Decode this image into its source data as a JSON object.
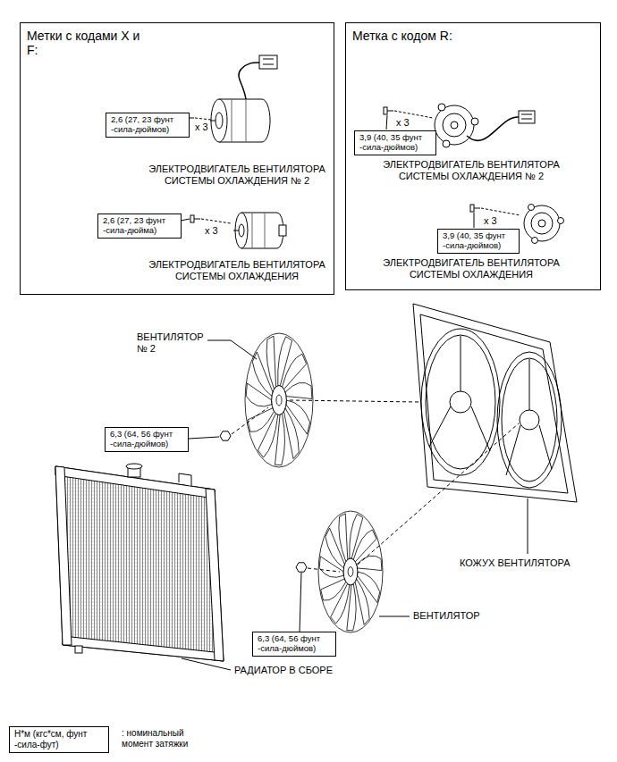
{
  "diagram": {
    "nodes": [
      {
        "text": [
          "Метки с кодами X и F:"
        ]
      },
      {
        "text": [
          "2,6 (27, 23 фунт -сила-дюймов)"
        ],
        "in": 0
      },
      {
        "text": [
          "2,6 (27, 23 фунт -сила-дюйма)"
        ],
        "in": 0
      },
      {
        "text": [
          "Метка с кодом R:"
        ]
      },
      {
        "text": [
          "3,9 (40, 35 фунт -сила-дюймов)"
        ],
        "in": 3
      },
      {
        "text": [
          "3,9 (40, 35 фунт -сила-дюймов)"
        ],
        "in": 3
      },
      {
        "text": [
          "6,3 (64, 56 фунт -сила-дюймов)"
        ]
      },
      {
        "text": [
          "6,3 (64, 56 фунт -сила-дюймов)"
        ]
      },
      {
        "text": [
          "Н*м (кгс*см, фунт -сила-фут)"
        ]
      }
    ],
    "labels": [
      "x 3",
      "ЭЛЕКТРОДВИГАТЕЛЬ ВЕНТИЛЯТОРА СИСТЕМЫ ОХЛАЖДЕНИЯ № 2",
      "x 3",
      "ЭЛЕКТРОДВИГАТЕЛЬ ВЕНТИЛЯТОРА СИСТЕМЫ ОХЛАЖДЕНИЯ",
      "x 3",
      "ЭЛЕКТРОДВИГАТЕЛЬ ВЕНТИЛЯТОРА СИСТЕМЫ ОХЛАЖДЕНИЯ № 2",
      "x 3",
      "ЭЛЕКТРОДВИГАТЕЛЬ ВЕНТИЛЯТОРА СИСТЕМЫ ОХЛАЖДЕНИЯ",
      "ВЕНТИЛЯТОР № 2",
      "КОЖУХ ВЕНТИЛЯТОРА",
      "ВЕНТИЛЯТОР",
      "РАДИАТОР В СБОРЕ",
      ": номинальный момент затяжки"
    ]
  }
}
